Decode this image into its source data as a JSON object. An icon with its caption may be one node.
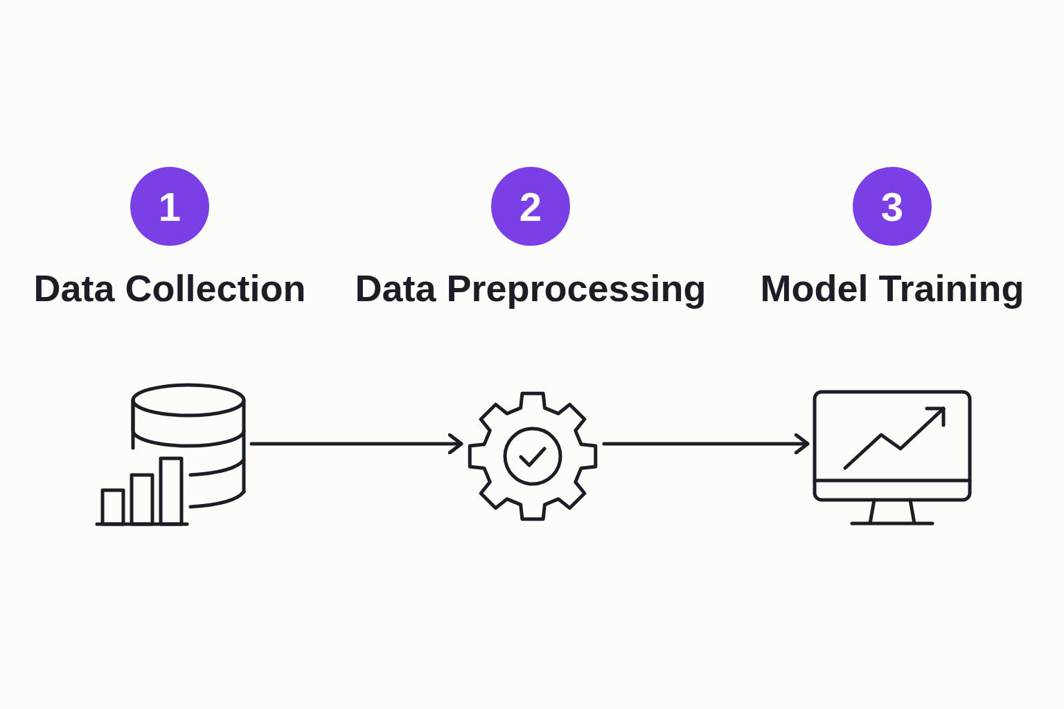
{
  "diagram": {
    "nodes": [
      {
        "text": [
          "1"
        ],
        "beside": [
          "Data Collection"
        ]
      },
      {
        "text": [
          "2"
        ],
        "beside": [
          "Data Preprocessing"
        ]
      },
      {
        "text": [
          "3"
        ],
        "beside": [
          "Model Training"
        ]
      },
      {
        "text": [],
        "shape": "picture"
      },
      {
        "text": [],
        "shape": "picture"
      },
      {
        "text": [],
        "shape": "picture"
      }
    ],
    "edges": [
      {
        "from": 3,
        "to": 4,
        "arrow": "to"
      },
      {
        "from": 4,
        "to": 5,
        "arrow": "to"
      }
    ]
  }
}
